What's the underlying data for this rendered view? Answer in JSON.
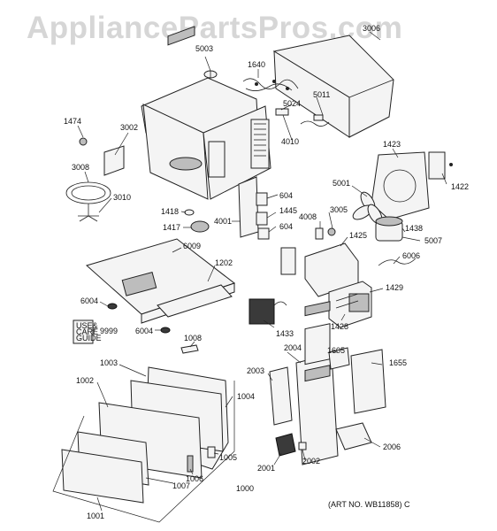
{
  "watermark": "AppliancePartsPros.com",
  "art_number": "(ART NO. WB11858) C",
  "label_text": {
    "usage_card": [
      "USE&",
      "CARE",
      "GUIDE"
    ]
  },
  "callouts": [
    {
      "id": "c3006",
      "text": "3006"
    },
    {
      "id": "c5003",
      "text": "5003"
    },
    {
      "id": "c1640",
      "text": "1640"
    },
    {
      "id": "c5011",
      "text": "5011"
    },
    {
      "id": "c5024",
      "text": "5024"
    },
    {
      "id": "c4010",
      "text": "4010"
    },
    {
      "id": "c1474",
      "text": "1474"
    },
    {
      "id": "c3002",
      "text": "3002"
    },
    {
      "id": "c3008",
      "text": "3008"
    },
    {
      "id": "c3010",
      "text": "3010"
    },
    {
      "id": "c1423",
      "text": "1423"
    },
    {
      "id": "c1422",
      "text": "1422"
    },
    {
      "id": "c5001",
      "text": "5001"
    },
    {
      "id": "c604a",
      "text": "604"
    },
    {
      "id": "c1418",
      "text": "1418"
    },
    {
      "id": "c1445",
      "text": "1445"
    },
    {
      "id": "c4008",
      "text": "4008"
    },
    {
      "id": "c3005",
      "text": "3005"
    },
    {
      "id": "c1417",
      "text": "1417"
    },
    {
      "id": "c4001",
      "text": "4001"
    },
    {
      "id": "c604b",
      "text": "604"
    },
    {
      "id": "c1438",
      "text": "1438"
    },
    {
      "id": "c1425",
      "text": "1425"
    },
    {
      "id": "c5007",
      "text": "5007"
    },
    {
      "id": "c6009",
      "text": "6009"
    },
    {
      "id": "c6006",
      "text": "6006"
    },
    {
      "id": "c1202",
      "text": "1202"
    },
    {
      "id": "c1429",
      "text": "1429"
    },
    {
      "id": "c6004a",
      "text": "6004"
    },
    {
      "id": "c1433",
      "text": "1433"
    },
    {
      "id": "c1428",
      "text": "1428"
    },
    {
      "id": "c9999",
      "text": "9999"
    },
    {
      "id": "c6004b",
      "text": "6004"
    },
    {
      "id": "c1008",
      "text": "1008"
    },
    {
      "id": "c2004",
      "text": "2004"
    },
    {
      "id": "c1605",
      "text": "1605"
    },
    {
      "id": "c1655",
      "text": "1655"
    },
    {
      "id": "c1003",
      "text": "1003"
    },
    {
      "id": "c2003",
      "text": "2003"
    },
    {
      "id": "c1002",
      "text": "1002"
    },
    {
      "id": "c1004",
      "text": "1004"
    },
    {
      "id": "c2006",
      "text": "2006"
    },
    {
      "id": "c1005",
      "text": "1005"
    },
    {
      "id": "c2001",
      "text": "2001"
    },
    {
      "id": "c2002",
      "text": "2002"
    },
    {
      "id": "c1006",
      "text": "1006"
    },
    {
      "id": "c1007",
      "text": "1007"
    },
    {
      "id": "c1000",
      "text": "1000"
    },
    {
      "id": "c1001",
      "text": "1001"
    }
  ]
}
